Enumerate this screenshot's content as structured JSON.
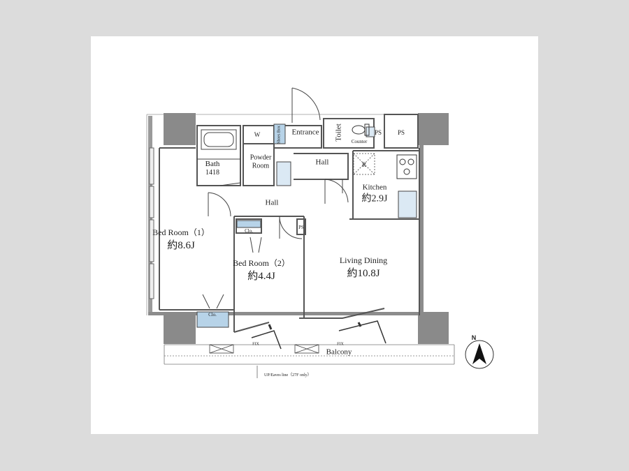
{
  "rooms": {
    "bedroom1": {
      "name": "Bed Room（1）",
      "size": "約8.6J"
    },
    "bedroom2": {
      "name": "Bed Room（2）",
      "size": "約4.4J"
    },
    "living": {
      "name": "Living Dining",
      "size": "約10.8J"
    },
    "kitchen": {
      "name": "Kitchen",
      "size": "約2.9J"
    },
    "bath": {
      "name": "Bath",
      "size": "1418"
    },
    "powder": {
      "name": "Powder Room"
    },
    "entrance": {
      "name": "Entrance"
    },
    "toilet": {
      "name": "Toilet"
    },
    "hall_upper": {
      "name": "Hall"
    },
    "hall_main": {
      "name": "Hall"
    },
    "balcony": {
      "name": "Balcony"
    }
  },
  "fixtures": {
    "w": "W",
    "r": "R",
    "ps1": "PS",
    "ps2": "PS",
    "ps3": "PS",
    "counter": "Counter",
    "shoes": "Shoes Box",
    "clo1": "Clo.",
    "clo2": "Clo.",
    "fix1": "FIX",
    "fix2": "FIX"
  },
  "notes": {
    "eaves": "UP/Eaves line（27F only）"
  },
  "compass": {
    "letter": "N"
  },
  "colors": {
    "wall": "#7a7a7a",
    "column": "#8a8a8a",
    "closet": "#b7d3e8",
    "line": "#333333",
    "background": "#dcdcdc",
    "paper": "#ffffff"
  }
}
